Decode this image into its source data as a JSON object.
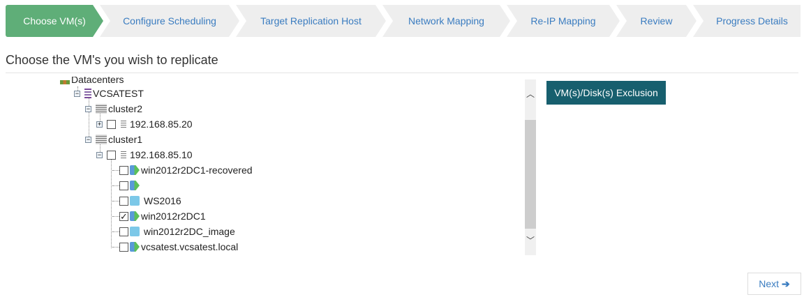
{
  "steps": [
    "Choose VM(s)",
    "Configure Scheduling",
    "Target Replication Host",
    "Network Mapping",
    "Re-IP Mapping",
    "Review",
    "Progress Details"
  ],
  "heading": "Choose the VM's you wish to replicate",
  "tree": {
    "root": "Datacenters",
    "vcenter": "VCSATEST",
    "cluster2": "cluster2",
    "host2": "192.168.85.20",
    "cluster1": "cluster1",
    "host1": "192.168.85.10",
    "vms": [
      {
        "name": "win2012r2DC1-recovered",
        "checked": false,
        "on": true
      },
      {
        "name": "",
        "checked": false,
        "on": true
      },
      {
        "name": "WS2016",
        "checked": false,
        "on": false
      },
      {
        "name": "win2012r2DC1",
        "checked": true,
        "on": true
      },
      {
        "name": "win2012r2DC_image",
        "checked": false,
        "on": false
      },
      {
        "name": "vcsatest.vcsatest.local",
        "checked": false,
        "on": true
      }
    ]
  },
  "exclusion_button": "VM(s)/Disk(s) Exclusion",
  "next_button": "Next",
  "colors": {
    "active_step": "#5fae78",
    "exclusion": "#175f6e",
    "link": "#3a7cc0"
  }
}
